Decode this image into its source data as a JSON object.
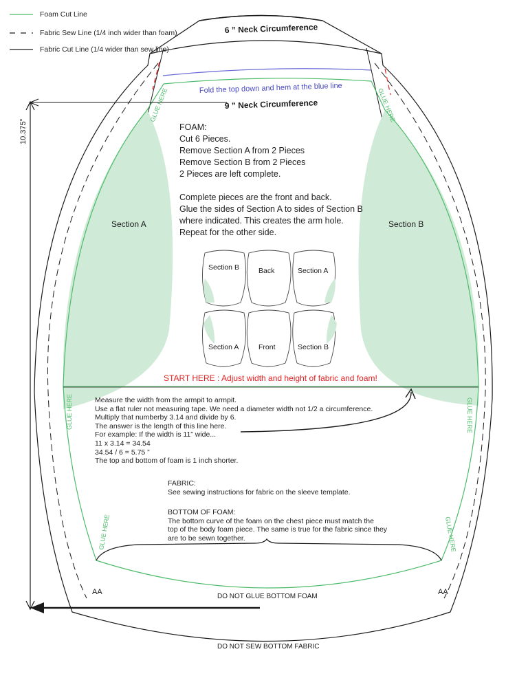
{
  "legend": {
    "items": [
      {
        "label": "Foam Cut Line",
        "style": "solid-green"
      },
      {
        "label": "Fabric Sew Line (1/4 inch wider than foam)",
        "style": "dashed-black"
      },
      {
        "label": "Fabric Cut Line (1/4 wider than sew line)",
        "style": "solid-black"
      }
    ]
  },
  "neck": {
    "outer_label": "6 ” Neck Circumference",
    "inner_label": "9 ” Neck Circumference",
    "fold_text": "Fold the top down and hem at the blue line"
  },
  "dimension": {
    "height_label": "10.375”"
  },
  "glue_here": "GLUE HERE",
  "sections": {
    "a": "Section A",
    "b": "Section B"
  },
  "foam_instructions": [
    "FOAM:",
    "Cut 6 Pieces.",
    "Remove Section A from 2 Pieces",
    "Remove Section B from 2 Pieces",
    "2 Pieces are left complete.",
    "",
    "Complete pieces are the front and back.",
    "Glue the sides of Section A to sides of Section B",
    "where indicated. This creates the arm hole.",
    "Repeat for the other side."
  ],
  "mini_pieces": [
    {
      "label": "Section B",
      "shade": "left"
    },
    {
      "label": "Back",
      "shade": "none"
    },
    {
      "label": "Section A",
      "shade": "right"
    },
    {
      "label": "Section A",
      "shade": "left"
    },
    {
      "label": "Front",
      "shade": "none"
    },
    {
      "label": "Section B",
      "shade": "right"
    }
  ],
  "start_here": "START HERE : Adjust width and height of fabric and foam!",
  "measure_instructions": [
    "Measure the width from the armpit to armpit.",
    "Use a flat ruler not measuring tape. We need a diameter width not 1/2 a circumference.",
    "Multiply that numberby 3.14 and divide by 6.",
    "The answer is the length of this line here.",
    "For example: If the width is 11” wide...",
    "11 x 3.14 = 34.54",
    "34.54 / 6 = 5.75 ”",
    "The top and bottom of foam is 1 inch shorter."
  ],
  "fabric_instructions": [
    "FABRIC:",
    "See sewing instructions for fabric on the sleeve template."
  ],
  "bottom_instructions": [
    "BOTTOM OF FOAM:",
    "The bottom curve of the foam on the chest piece must match the",
    "top of the body foam piece. The same is true for the fabric since they",
    "are to be sewn together."
  ],
  "corner_label": "AA",
  "bottom": {
    "foam_text": "DO NOT GLUE BOTTOM FOAM",
    "fabric_text": "DO NOT SEW BOTTOM FABRIC"
  },
  "colors": {
    "foam_line": "#4dbb6a",
    "foam_fill": "#cfead6",
    "fold_line": "#6b6bd6",
    "fold_text": "#4848c4",
    "warning": "#e02222",
    "ink": "#1a1a1a"
  }
}
